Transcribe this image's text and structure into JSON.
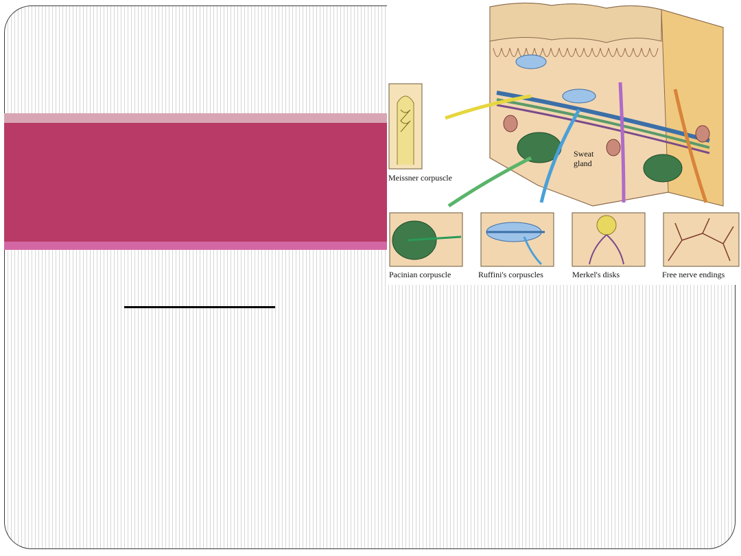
{
  "slide": {
    "accent_colors": {
      "title_band": "#b93a67",
      "band_top": "#d8a5b4",
      "band_bottom": "#d267a3"
    }
  },
  "figure": {
    "labels": {
      "meissner": "Meissner corpuscle",
      "sweat_line1": "Sweat",
      "sweat_line2": "gland",
      "pacinian": "Pacinian corpuscle",
      "ruffini": "Ruffini's corpuscles",
      "merkel": "Merkel's disks",
      "free": "Free nerve endings"
    }
  }
}
